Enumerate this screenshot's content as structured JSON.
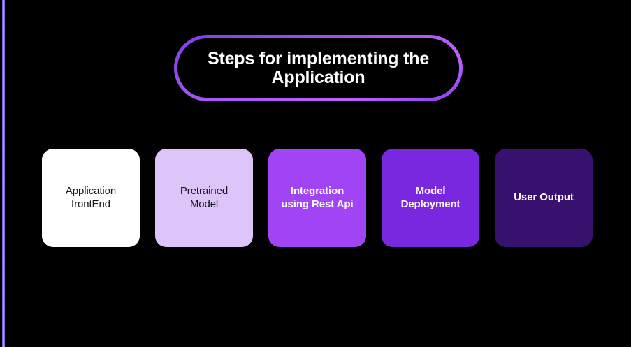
{
  "slide": {
    "background_color": "#000000",
    "accent_rail_color": "#9d8bf5",
    "title": "Steps for implementing the\nApplication",
    "title_border_color": "#a855f7",
    "title_text_color": "#ffffff"
  },
  "steps": [
    {
      "label": "Application\nfrontEnd",
      "bg_color": "#ffffff",
      "text_color": "#16161d",
      "style": "light"
    },
    {
      "label": "Pretrained\nModel",
      "bg_color": "#ddc5fa",
      "text_color": "#16161d",
      "style": "light"
    },
    {
      "label": "Integration\nusing Rest Api",
      "bg_color": "#a144f5",
      "text_color": "#ffffff",
      "style": "dark"
    },
    {
      "label": "Model\nDeployment",
      "bg_color": "#7a27e0",
      "text_color": "#ffffff",
      "style": "dark"
    },
    {
      "label": "User Output",
      "bg_color": "#38106e",
      "text_color": "#ffffff",
      "style": "dark"
    }
  ]
}
